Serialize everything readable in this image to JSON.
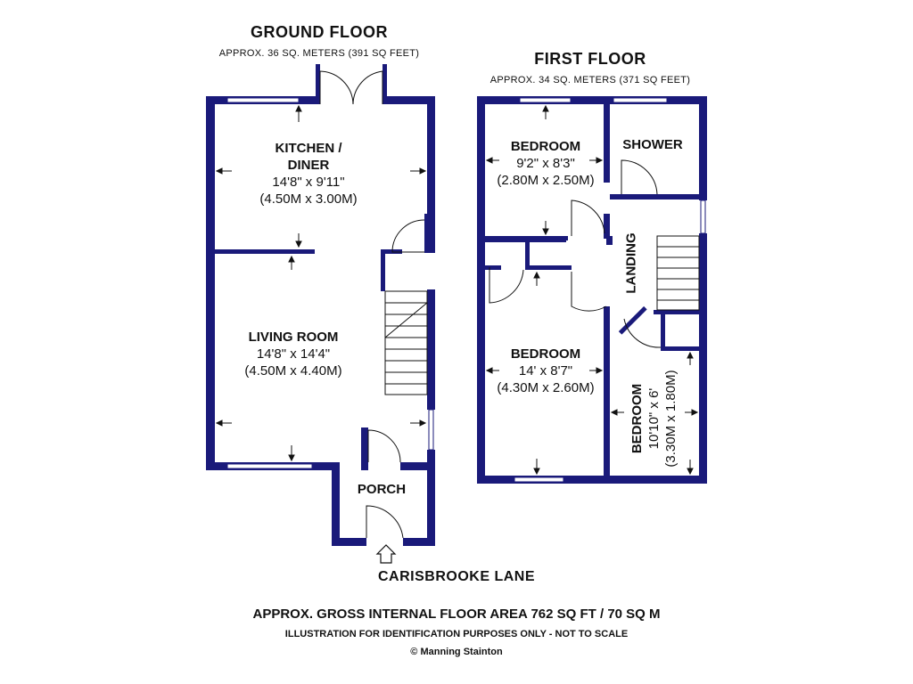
{
  "ground_floor": {
    "title": "GROUND FLOOR",
    "area": "APPROX. 36 SQ. METERS (391 SQ FEET)",
    "kitchen": {
      "name1": "KITCHEN /",
      "name2": "DINER",
      "imperial": "14'8\" x 9'11\"",
      "metric": "(4.50M x 3.00M)"
    },
    "living": {
      "name": "LIVING ROOM",
      "imperial": "14'8\" x 14'4\"",
      "metric": "(4.50M x 4.40M)"
    },
    "porch": {
      "name": "PORCH"
    }
  },
  "first_floor": {
    "title": "FIRST FLOOR",
    "area": "APPROX. 34 SQ. METERS (371 SQ FEET)",
    "bedroom1": {
      "name": "BEDROOM",
      "imperial": "9'2\" x 8'3\"",
      "metric": "(2.80M x 2.50M)"
    },
    "shower": {
      "name": "SHOWER"
    },
    "landing": {
      "name": "LANDING"
    },
    "bedroom2": {
      "name": "BEDROOM",
      "imperial": "14' x 8'7\"",
      "metric": "(4.30M x 2.60M)"
    },
    "bedroom3": {
      "name": "BEDROOM",
      "imperial": "10'10\" x 6'",
      "metric": "(3.30M x 1.80M)"
    }
  },
  "street": "CARISBROOKE LANE",
  "footer": {
    "total": "APPROX. GROSS INTERNAL FLOOR AREA 762 SQ FT / 70 SQ M",
    "disclaimer": "ILLUSTRATION FOR IDENTIFICATION PURPOSES ONLY - NOT TO SCALE",
    "copyright": "© Manning Stainton"
  },
  "colors": {
    "wall": "#1a1a7a",
    "line": "#111111"
  }
}
